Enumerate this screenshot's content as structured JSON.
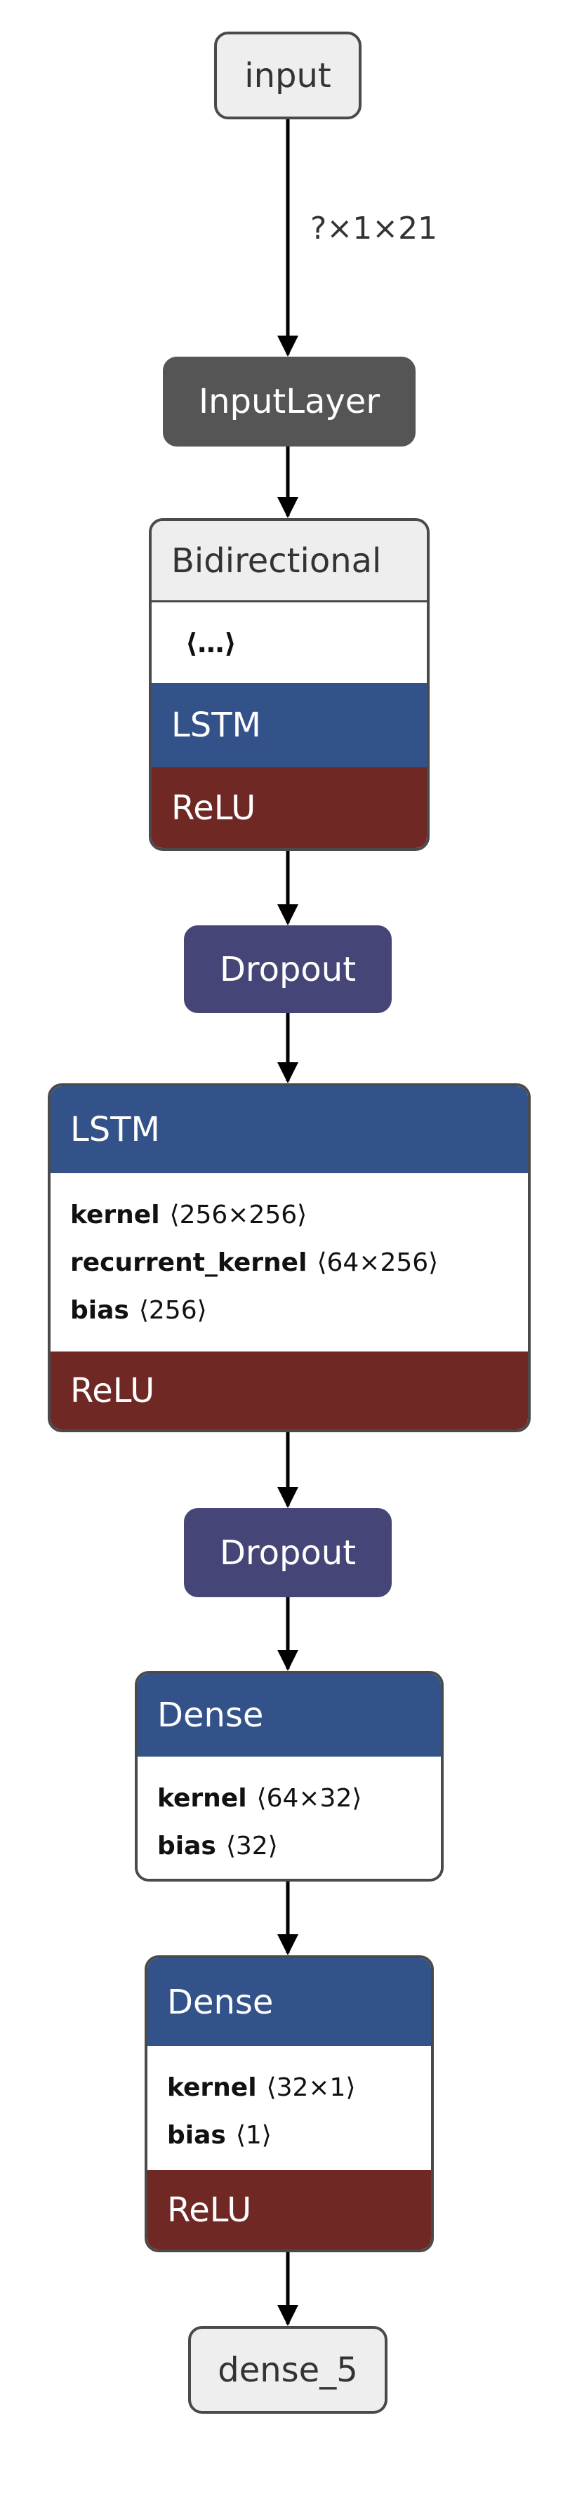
{
  "nodes": {
    "input": {
      "label": "input"
    },
    "input_layer": {
      "label": "InputLayer"
    },
    "bidirectional": {
      "title": "Bidirectional",
      "collapsed": "⟨…⟩",
      "layer": "LSTM",
      "activation": "ReLU"
    },
    "dropout_1": {
      "label": "Dropout"
    },
    "lstm": {
      "title": "LSTM",
      "attributes": [
        {
          "name": "kernel",
          "value": "⟨256×256⟩"
        },
        {
          "name": "recurrent_kernel",
          "value": "⟨64×256⟩"
        },
        {
          "name": "bias",
          "value": "⟨256⟩"
        }
      ],
      "activation": "ReLU"
    },
    "dropout_2": {
      "label": "Dropout"
    },
    "dense_1": {
      "title": "Dense",
      "attributes": [
        {
          "name": "kernel",
          "value": "⟨64×32⟩"
        },
        {
          "name": "bias",
          "value": "⟨32⟩"
        }
      ]
    },
    "dense_2": {
      "title": "Dense",
      "attributes": [
        {
          "name": "kernel",
          "value": "⟨32×1⟩"
        },
        {
          "name": "bias",
          "value": "⟨1⟩"
        }
      ],
      "activation": "ReLU"
    },
    "output": {
      "label": "dense_5"
    }
  },
  "edges": {
    "input_shape": "?×1×21"
  },
  "colors": {
    "layer": "#33528a",
    "activation": "#6f2823",
    "dropout": "#454577",
    "input_layer": "#555555",
    "io": "#eeeeee",
    "edge": "#000000"
  }
}
